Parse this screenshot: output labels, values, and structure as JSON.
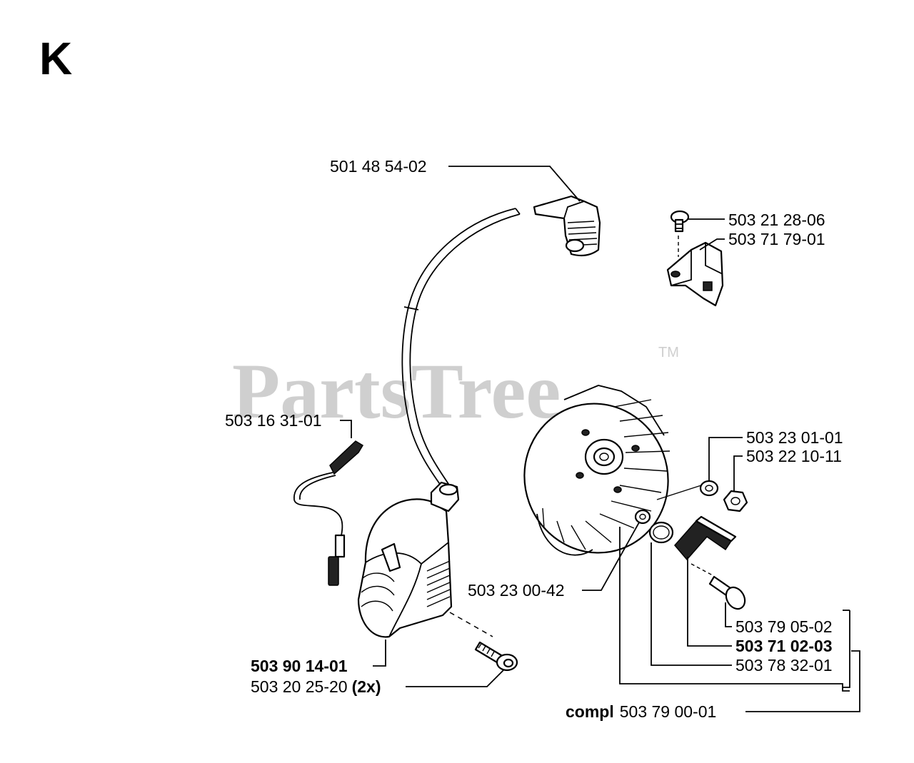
{
  "section": {
    "letter": "K"
  },
  "watermark": {
    "text": "PartsTree",
    "tm": "TM"
  },
  "labels": {
    "spark_plug_cap": "501 48 54-02",
    "screw_small": "503 21 28-06",
    "bracket": "503 71 79-01",
    "wire_terminal": "503 16 31-01",
    "washer_top": "503 23 01-01",
    "nut": "503 22 10-11",
    "washer_lower": "503 23 00-42",
    "bolt_right": "503 79 05-02",
    "pawl": "503 71 02-03",
    "spring_ring": "503 78 32-01",
    "ignition_module": "503 90 14-01",
    "module_screw": "503 20 25-20",
    "module_screw_qty": "(2x)",
    "compl_prefix": "compl",
    "compl_number": "503 79 00-01"
  }
}
